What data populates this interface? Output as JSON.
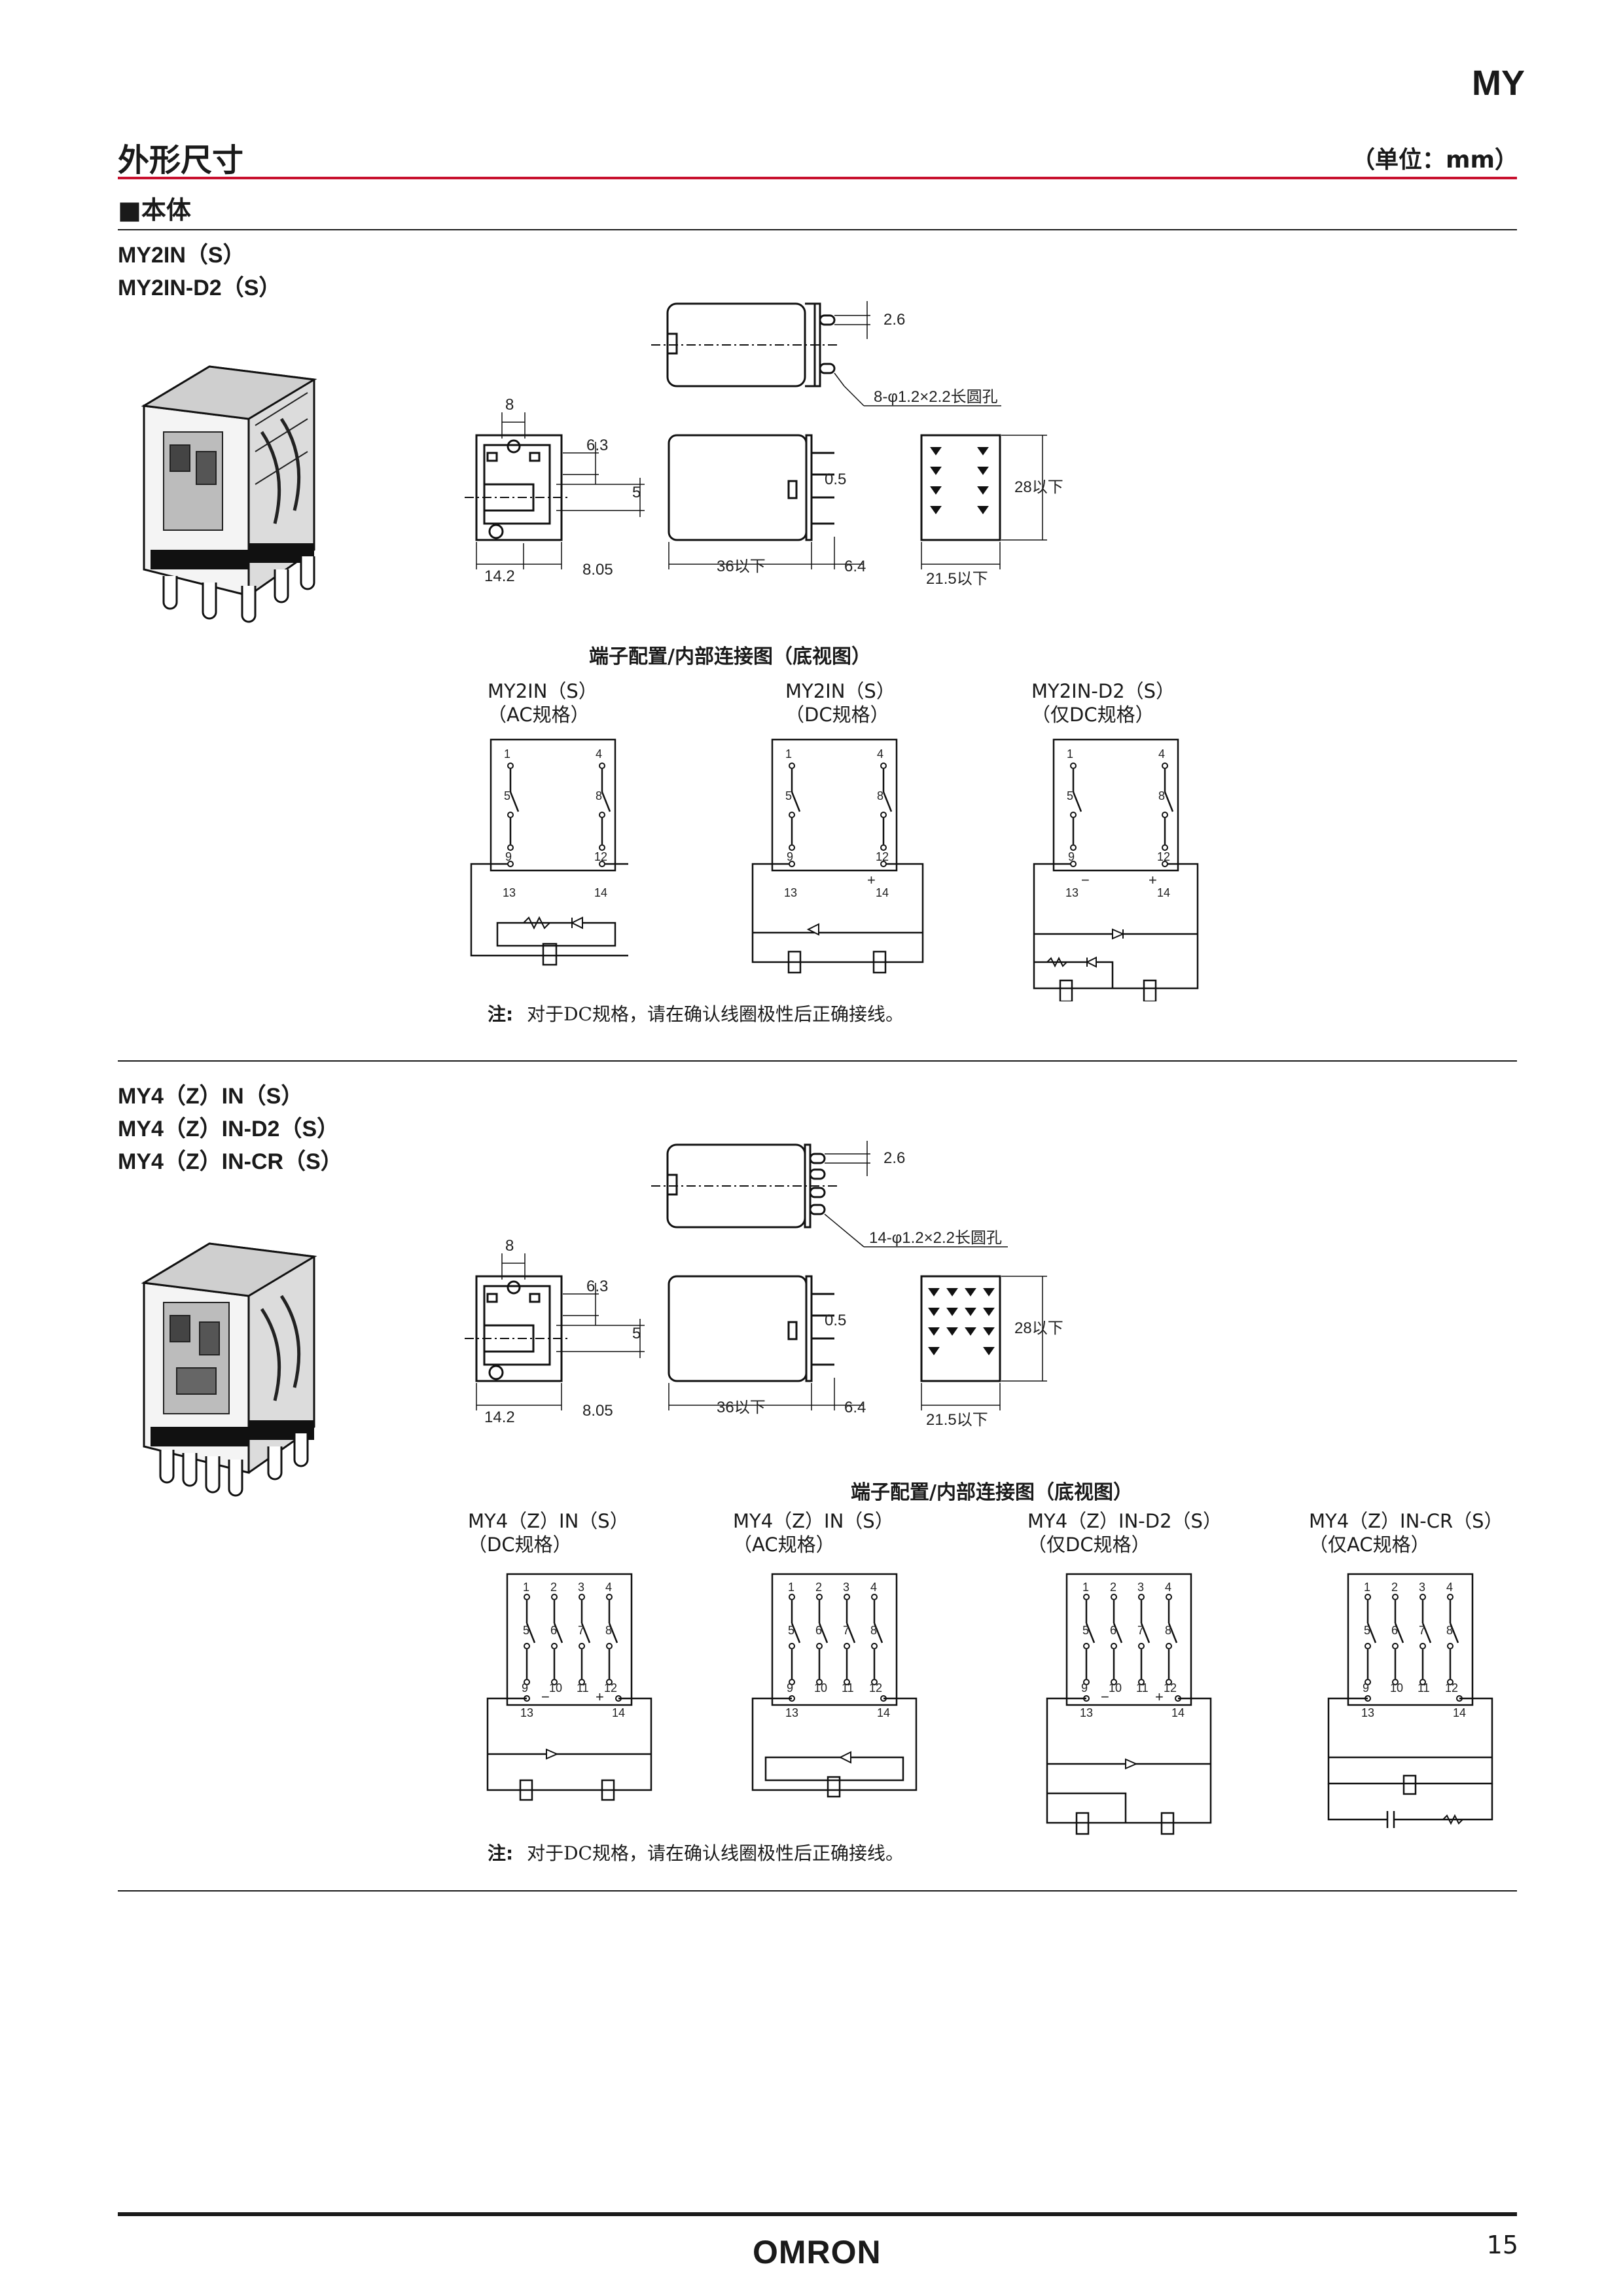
{
  "header": {
    "series": "MY",
    "title": "外形尺寸",
    "unit": "（单位：mm）",
    "subheading": "■本体"
  },
  "section1": {
    "models": [
      "MY2IN（S）",
      "MY2IN-D2（S）"
    ],
    "dims": {
      "pin_pitch": "2.6",
      "hole_note": "8-φ1.2×2.2长圆孔",
      "width_top": "8",
      "d_6_3": "6.3",
      "d_0_5": "0.5",
      "d_5": "5",
      "d_14_2": "14.2",
      "d_8_05": "8.05",
      "depth": "36以下",
      "pin_len": "6.4",
      "height": "28以下",
      "width": "21.5以下"
    },
    "circuit_title": "端子配置/内部连接图（底视图）",
    "circuits": [
      {
        "name": "MY2IN（S）",
        "spec": "（AC规格）"
      },
      {
        "name": "MY2IN（S）",
        "spec": "（DC规格）"
      },
      {
        "name": "MY2IN-D2（S）",
        "spec": "（仅DC规格）"
      }
    ],
    "note_label": "注:",
    "note_text": "对于DC规格，请在确认线圈极性后正确接线。"
  },
  "section2": {
    "models": [
      "MY4（Z）IN（S）",
      "MY4（Z）IN-D2（S）",
      "MY4（Z）IN-CR（S）"
    ],
    "dims": {
      "pin_pitch": "2.6",
      "hole_note": "14-φ1.2×2.2长圆孔",
      "width_top": "8",
      "d_6_3": "6.3",
      "d_0_5": "0.5",
      "d_5": "5",
      "d_14_2": "14.2",
      "d_8_05": "8.05",
      "depth": "36以下",
      "pin_len": "6.4",
      "height": "28以下",
      "width": "21.5以下"
    },
    "circuit_title": "端子配置/内部连接图（底视图）",
    "circuits": [
      {
        "name": "MY4（Z）IN（S）",
        "spec": "（DC规格）"
      },
      {
        "name": "MY4（Z）IN（S）",
        "spec": "（AC规格）"
      },
      {
        "name": "MY4（Z）IN-D2（S）",
        "spec": "（仅DC规格）"
      },
      {
        "name": "MY4（Z）IN-CR（S）",
        "spec": "（仅AC规格）"
      }
    ],
    "note_label": "注:",
    "note_text": "对于DC规格，请在确认线圈极性后正确接线。"
  },
  "terminals": {
    "two_pole": {
      "top": [
        "1",
        "4"
      ],
      "mid": [
        "5",
        "8"
      ],
      "bottom": [
        "9",
        "12"
      ],
      "coil": [
        "13",
        "14"
      ]
    },
    "four_pole": {
      "top": [
        "1",
        "2",
        "3",
        "4"
      ],
      "mid": [
        "5",
        "6",
        "7",
        "8"
      ],
      "bottom": [
        "9",
        "10",
        "11",
        "12"
      ],
      "coil": [
        "13",
        "14"
      ]
    },
    "minus": "−",
    "plus": "+"
  },
  "footer": {
    "brand": "OMRON",
    "page": "15"
  }
}
